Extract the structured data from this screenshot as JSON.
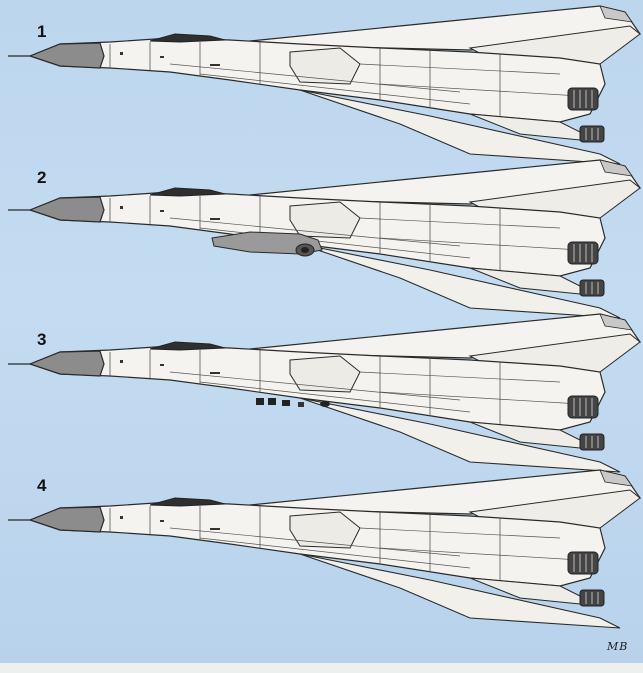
{
  "plate": {
    "background_color": "#c1d9f0",
    "aircraft_fill": "#f4f3ef",
    "nose_color": "#8c8c8c",
    "line_color": "#2a2a2a"
  },
  "variants": [
    {
      "number": "1",
      "store": "none"
    },
    {
      "number": "2",
      "store": "bay-pod"
    },
    {
      "number": "3",
      "store": "sensor-panels"
    },
    {
      "number": "4",
      "store": "clean"
    }
  ],
  "artist_signature": "MB"
}
